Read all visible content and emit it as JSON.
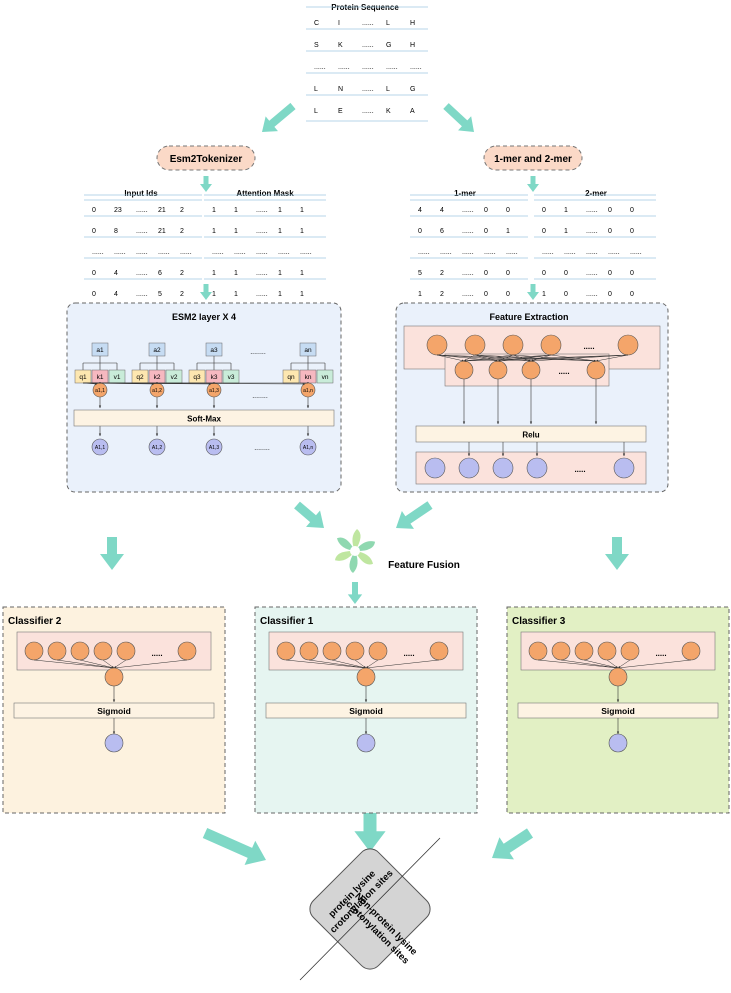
{
  "protein_sequence": {
    "title": "Protein Sequence",
    "rows": [
      [
        "C",
        "I",
        "......",
        "L",
        "H"
      ],
      [
        "S",
        "K",
        "......",
        "G",
        "H"
      ],
      [
        "......",
        "......",
        "......",
        "......",
        "......"
      ],
      [
        "L",
        "N",
        "......",
        "L",
        "G"
      ],
      [
        "L",
        "E",
        "......",
        "K",
        "A"
      ]
    ]
  },
  "tokenizer_label": "Esm2Tokenizer",
  "kmer_label": "1-mer and 2-mer",
  "input_ids": {
    "title": "Input Ids",
    "rows": [
      [
        "0",
        "23",
        "......",
        "21",
        "2"
      ],
      [
        "0",
        "8",
        "......",
        "21",
        "2"
      ],
      [
        "......",
        "......",
        "......",
        "......",
        "......"
      ],
      [
        "0",
        "4",
        "......",
        "6",
        "2"
      ],
      [
        "0",
        "4",
        "......",
        "5",
        "2"
      ]
    ]
  },
  "attention_mask": {
    "title": "Attention Mask",
    "rows": [
      [
        "1",
        "1",
        "......",
        "1",
        "1"
      ],
      [
        "1",
        "1",
        "......",
        "1",
        "1"
      ],
      [
        "......",
        "......",
        "......",
        "......",
        "......"
      ],
      [
        "1",
        "1",
        "......",
        "1",
        "1"
      ],
      [
        "1",
        "1",
        "......",
        "1",
        "1"
      ]
    ]
  },
  "one_mer": {
    "title": "1-mer",
    "rows": [
      [
        "4",
        "4",
        "......",
        "0",
        "0"
      ],
      [
        "0",
        "6",
        "......",
        "0",
        "1"
      ],
      [
        "......",
        "......",
        "......",
        "......",
        "......"
      ],
      [
        "5",
        "2",
        "......",
        "0",
        "0"
      ],
      [
        "1",
        "2",
        "......",
        "0",
        "0"
      ]
    ]
  },
  "two_mer": {
    "title": "2-mer",
    "rows": [
      [
        "0",
        "1",
        "......",
        "0",
        "0"
      ],
      [
        "0",
        "1",
        "......",
        "0",
        "0"
      ],
      [
        "......",
        "......",
        "......",
        "......",
        "......"
      ],
      [
        "0",
        "0",
        "......",
        "0",
        "0"
      ],
      [
        "1",
        "0",
        "......",
        "0",
        "0"
      ]
    ]
  },
  "esm_block": {
    "title": "ESM2 layer X 4",
    "a_labels": [
      "a1",
      "a2",
      "a3",
      "an"
    ],
    "q_labels": [
      "q1",
      "q2",
      "q3",
      "qn"
    ],
    "k_labels": [
      "k1",
      "k2",
      "k3",
      "kn"
    ],
    "v_labels": [
      "v1",
      "v2",
      "v3",
      "vn"
    ],
    "alpha_labels": [
      "a1,1",
      "a1,2",
      "a1,3",
      "a1,n"
    ],
    "out_labels": [
      "A1,1",
      "A1,2",
      "A1,3",
      "A1,n"
    ],
    "softmax_label": "Soft-Max",
    "dots": "........"
  },
  "feature_block": {
    "title": "Feature Extraction",
    "relu_label": "Relu",
    "dots": "....."
  },
  "fusion_label": "Feature Fusion",
  "classifiers": [
    {
      "title": "Classifier 2",
      "act": "Sigmoid",
      "bg": "#fdf2df"
    },
    {
      "title": "Classifier 1",
      "act": "Sigmoid",
      "bg": "#e6f5f1"
    },
    {
      "title": "Classifier 3",
      "act": "Sigmoid",
      "bg": "#e2f0c4"
    }
  ],
  "output": {
    "positive": "protein lysine crotonylation sites",
    "negative": "Non-protein lysine crotonylation sites"
  },
  "colors": {
    "arrow": "#7fd8c6",
    "orange_node": "#f4a56a",
    "blue_node": "#b9bdf0",
    "pink_panel": "#fbe2dc",
    "blue_panel": "#eaf1fb",
    "tokenizer_fill": "#fbd9c7"
  }
}
